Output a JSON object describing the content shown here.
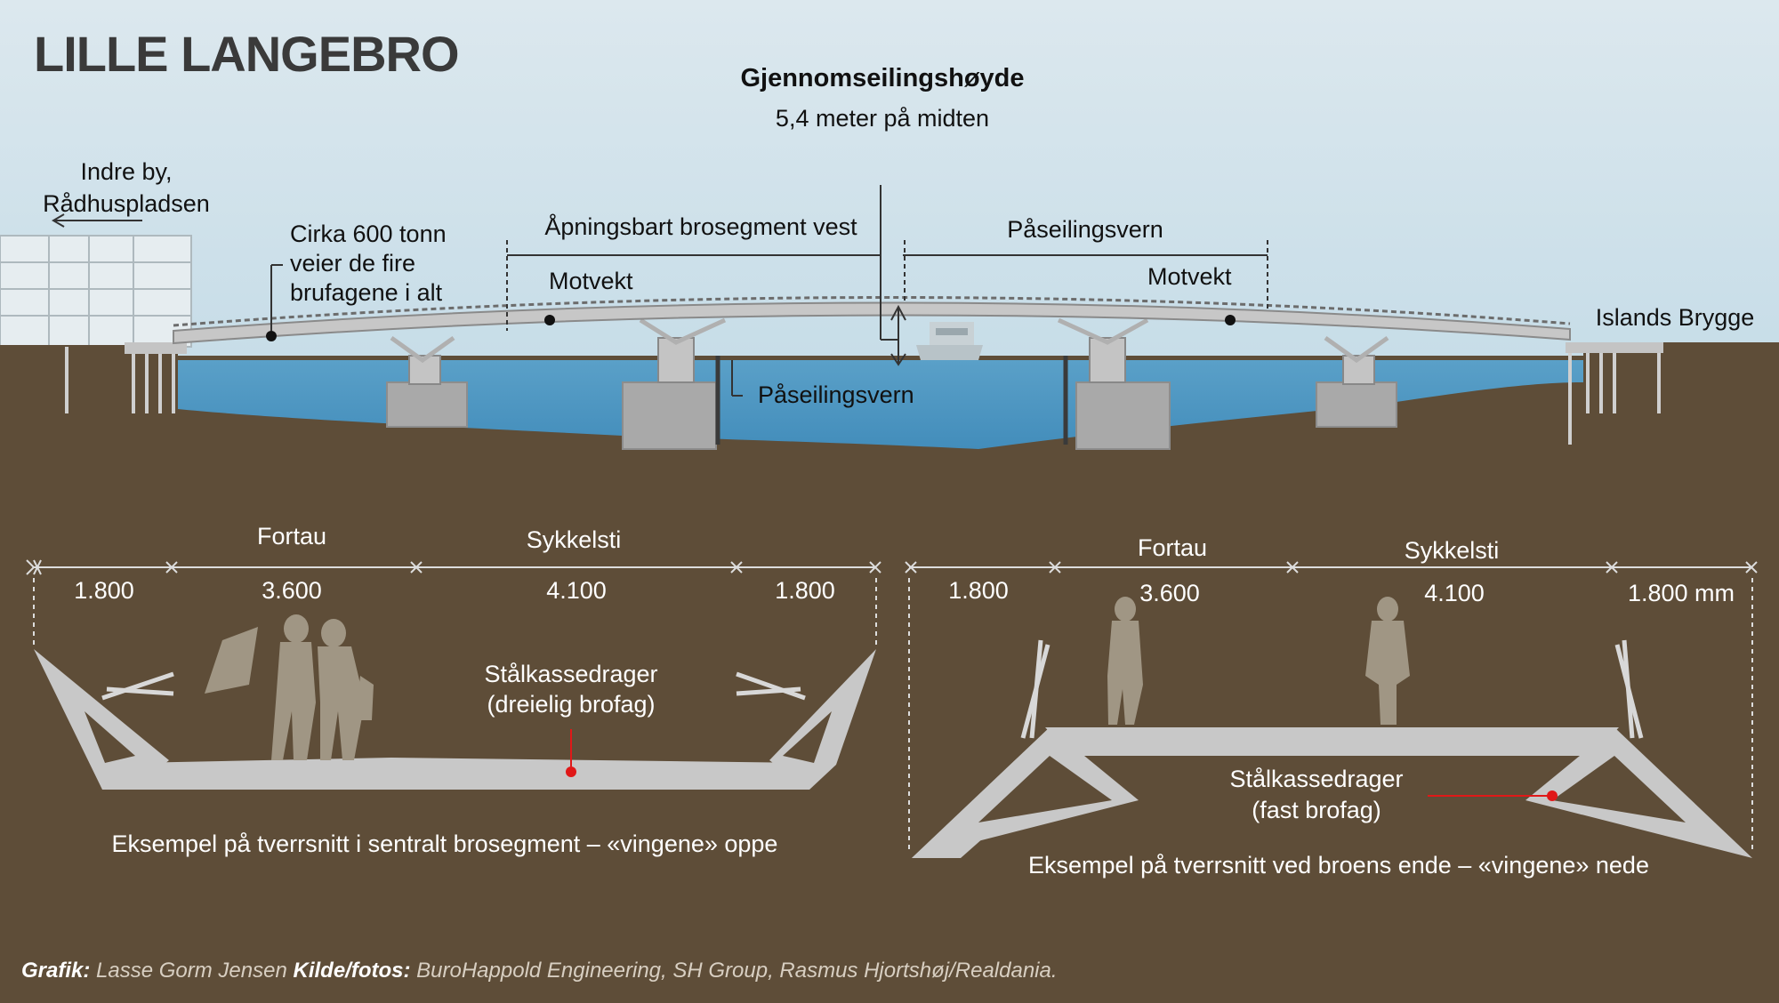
{
  "title": "LILLE LANGEBRO",
  "clearance": {
    "heading": "Gjennomseilingshøyde",
    "value": "5,4 meter på midten"
  },
  "labels": {
    "inner_city": [
      "Indre by,",
      "Rådhuspladsen"
    ],
    "weight": [
      "Cirka 600 tonn",
      "veier de fire",
      "brufagene i alt"
    ],
    "opening_segment": "Åpningsbart brosegment vest",
    "fender_top": "Påseilingsvern",
    "counterweight_left": "Motvekt",
    "counterweight_right": "Motvekt",
    "fender_water": "Påseilingsvern",
    "islands_brygge": "Islands Brygge"
  },
  "section_left": {
    "zone_labels": [
      "Fortau",
      "Sykkelsti"
    ],
    "dimensions": [
      "1.800",
      "3.600",
      "4.100",
      "1.800"
    ],
    "girder_label": [
      "Stålkassedrager",
      "(dreielig brofag)"
    ],
    "caption": "Eksempel på tverrsnitt i sentralt brosegment – «vingene» oppe"
  },
  "section_right": {
    "zone_labels": [
      "Fortau",
      "Sykkelsti"
    ],
    "dimensions": [
      "1.800",
      "3.600",
      "4.100",
      "1.800 mm"
    ],
    "girder_label": [
      "Stålkassedrager",
      "(fast brofag)"
    ],
    "caption": "Eksempel på tverrsnitt ved broens ende – «vingene» nede"
  },
  "credits": {
    "graphic_label": "Grafik:",
    "graphic_name": "Lasse Gorm Jensen",
    "source_label": "Kilde/fotos:",
    "source_names": "BuroHappold Engineering, SH Group, Rasmus Hjortshøj/Realdania."
  },
  "colors": {
    "sky": "#d4e4ec",
    "water": "#4e96c2",
    "ground": "#5e4d38",
    "concrete": "#b5b5b5",
    "marker": "#e01818"
  }
}
